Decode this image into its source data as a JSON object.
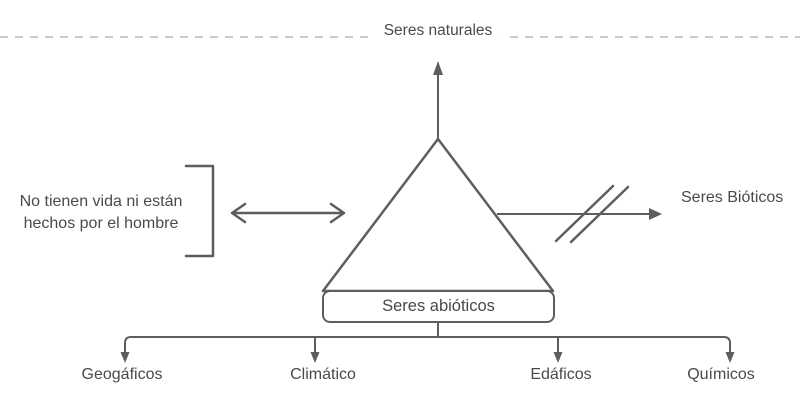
{
  "diagram": {
    "title": "Seres naturales",
    "left_note": {
      "line1": "No tienen vida ni están",
      "line2": "hechos por el hombre"
    },
    "center_box_label": "Seres abióticos",
    "right_label": "Seres Bióticos",
    "categories": [
      "Geogáficos",
      "Climático",
      "Edáficos",
      "Químicos"
    ],
    "colors": {
      "shape_stroke": "#5c5e60",
      "dashed_line": "#c9c9c9",
      "text": "#474b50",
      "background": "#ffffff"
    }
  }
}
